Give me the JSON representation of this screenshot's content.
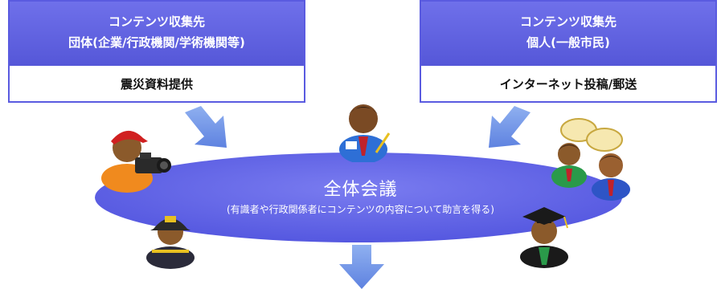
{
  "left_source": {
    "header_line1": "コンテンツ収集先",
    "header_line2": "団体(企業/行政機関/学術機関等)",
    "body": "震災資料提供"
  },
  "right_source": {
    "header_line1": "コンテンツ収集先",
    "header_line2": "個人(一般市民)",
    "body": "インターネット投稿/郵送"
  },
  "meeting": {
    "title": "全体会議",
    "note": "(有識者や行政関係者にコンテンツの内容について助言を得る)"
  },
  "colors": {
    "box_header": "#5e60e2",
    "ellipse": "#6366e8",
    "arrow": "#6a8ee8"
  },
  "icons": [
    "camera-operator-icon",
    "presenter-icon",
    "speech-bubble-people-icon",
    "firefighter-icon",
    "graduate-icon"
  ]
}
